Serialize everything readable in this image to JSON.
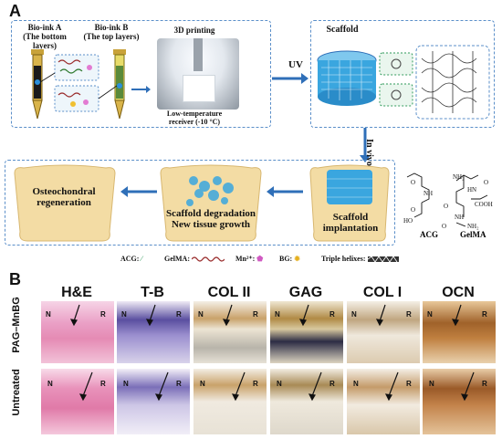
{
  "panel_a": {
    "letter": "A",
    "bioink_a": "Bio-ink A\n(The bottom layers)",
    "bioink_b": "Bio-ink B\n(The top layers)",
    "printing": "3D  printing",
    "receiver": "Low-temperature\nreceiver (-10 °C)",
    "uv": "UV",
    "scaffold": "Scaffold",
    "in_vivo": "In vivo",
    "osteochondral": "Osteochondral\nregeneration",
    "degradation": "Scaffold degradation\nNew  tissue growth",
    "implantation": "Scaffold\nimplantation",
    "acg_label": "ACG",
    "gelma_label": "GelMA",
    "chem_text": [
      "O",
      "NH",
      "O",
      "HO",
      "NH₂",
      "O",
      "HN",
      "O",
      "COOH",
      "NH",
      "NH₂",
      "O"
    ],
    "legend": {
      "acg": "ACG:",
      "gelma": "GelMA:",
      "mn": "Mn²⁺:",
      "bg": "BG:",
      "helix": "Triple helixes:"
    }
  },
  "panel_b": {
    "letter": "B",
    "columns": [
      "H&E",
      "T-B",
      "COL II",
      "GAG",
      "COL I",
      "OCN"
    ],
    "rows": [
      "PAG–MnBG",
      "Untreated"
    ],
    "tile_marks": {
      "n": "N",
      "r": "R"
    }
  },
  "colors": {
    "accent_blue": "#2f6fb8",
    "dash_blue": "#5b8fc9",
    "bone": "#f3dca4",
    "scaffold_blue": "#3aa6df",
    "he_pink": "#e58bb4",
    "tb_purple": "#6b5aa8",
    "ihc_brown": "#b07a3e"
  }
}
